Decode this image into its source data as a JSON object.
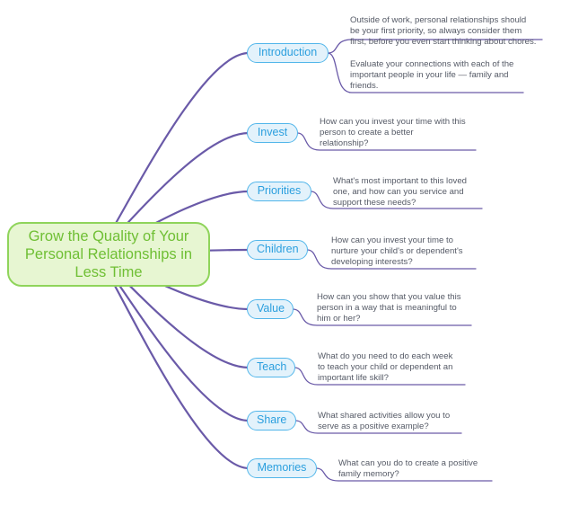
{
  "central": {
    "text": "Grow the Quality of Your Personal Relationships in Less Time"
  },
  "branches": [
    {
      "label": "Introduction",
      "notes": [
        [
          "Outside of work, personal relationships should",
          "be your first priority, so always consider them",
          "first, before you even start thinking about chores."
        ],
        [
          "Evaluate your connections with each of the",
          "important people in your life — family and",
          "friends."
        ]
      ]
    },
    {
      "label": "Invest",
      "notes": [
        [
          "How can you invest your time with this",
          "person to create a better",
          "relationship?"
        ]
      ]
    },
    {
      "label": "Priorities",
      "notes": [
        [
          "What's most important to this loved",
          "one, and how can you service and",
          "support these needs?"
        ]
      ]
    },
    {
      "label": "Children",
      "notes": [
        [
          "How can you invest your time to",
          "nurture your child's or dependent's",
          "developing interests?"
        ]
      ]
    },
    {
      "label": "Value",
      "notes": [
        [
          "How can you show that you value this",
          "person in a way that is meaningful to",
          "him or her?"
        ]
      ]
    },
    {
      "label": "Teach",
      "notes": [
        [
          "What do you need to do each week",
          "to teach your child or dependent an",
          "important life skill?"
        ]
      ]
    },
    {
      "label": "Share",
      "notes": [
        [
          "What shared activities allow you to",
          "serve as a positive example?"
        ]
      ]
    },
    {
      "label": "Memories",
      "notes": [
        [
          "What can you do to create a positive",
          "family memory?"
        ]
      ]
    }
  ],
  "colors": {
    "branch_line": "#6a5aa8",
    "central_fill": "#e7f6d2",
    "central_border": "#8fd45b",
    "central_text": "#6fbf34",
    "topic_fill": "#e3f2fb",
    "topic_border": "#52b6ea",
    "topic_text": "#2b9fde",
    "note_text": "#555a66"
  }
}
